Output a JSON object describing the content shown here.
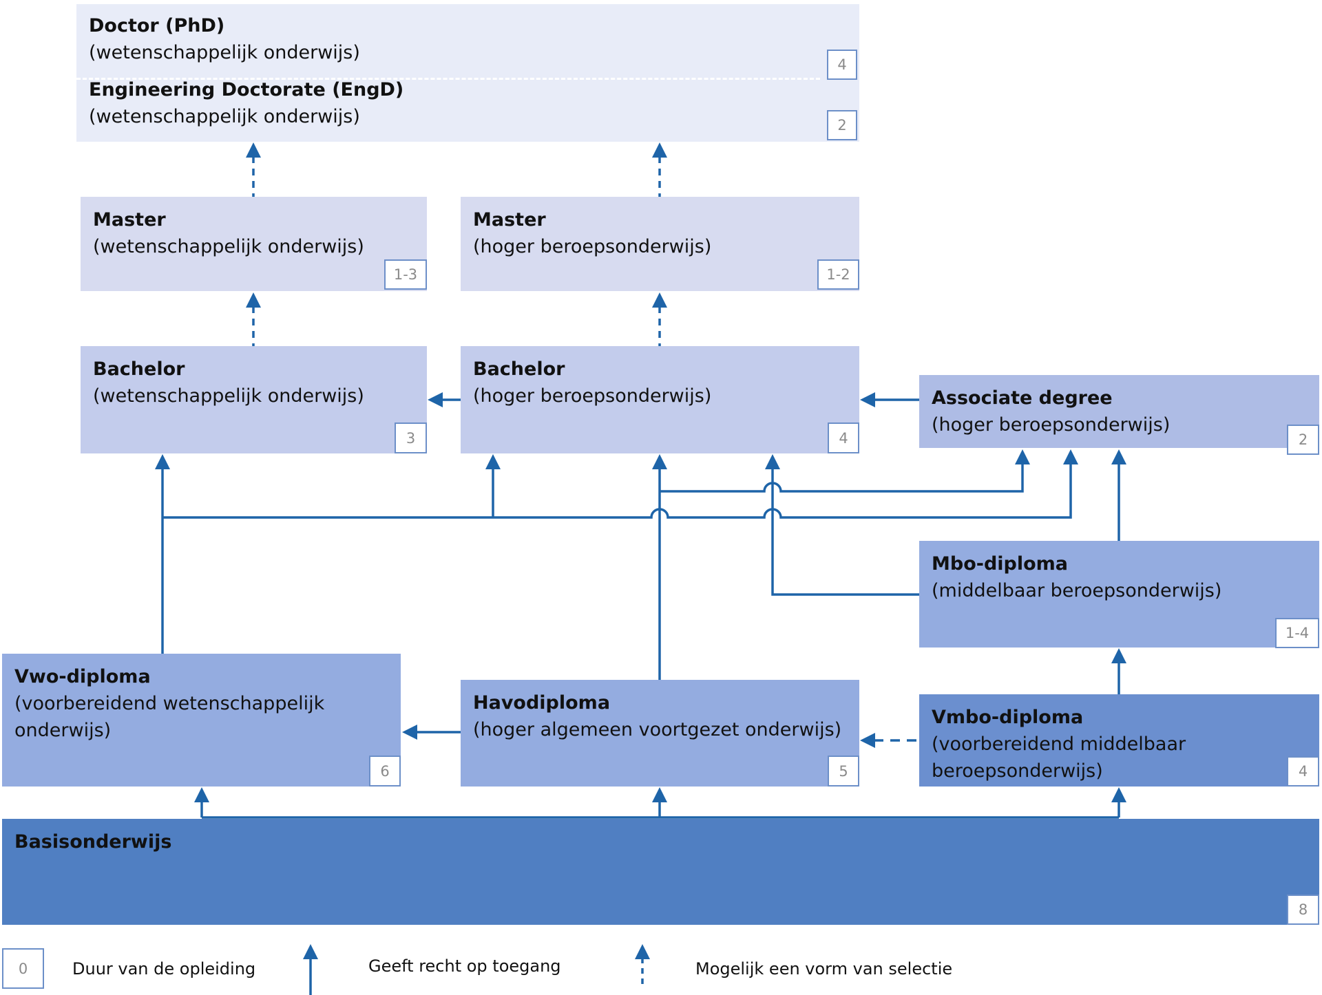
{
  "colors": {
    "arrow": "#1e64a8",
    "level1": "#e8ecf8",
    "level2": "#d7dbf0",
    "level3": "#c3ccec",
    "level4": "#aebce5",
    "level5": "#94ace0",
    "level6": "#6b8fcf",
    "level7": "#507fc2"
  },
  "boxes": {
    "phd": {
      "title": "Doctor (PhD)",
      "subtitle": "(wetenschappelijk onderwijs)",
      "duration": "4"
    },
    "engd": {
      "title": "Engineering Doctorate (EngD)",
      "subtitle": "(wetenschappelijk onderwijs)",
      "duration": "2"
    },
    "master_wo": {
      "title": "Master",
      "subtitle": "(wetenschappelijk onderwijs)",
      "duration": "1-3"
    },
    "master_hbo": {
      "title": "Master",
      "subtitle": "(hoger beroepsonderwijs)",
      "duration": "1-2"
    },
    "bachelor_wo": {
      "title": "Bachelor",
      "subtitle": "(wetenschappelijk onderwijs)",
      "duration": "3"
    },
    "bachelor_hbo": {
      "title": "Bachelor",
      "subtitle": "(hoger beroepsonderwijs)",
      "duration": "4"
    },
    "associate": {
      "title": "Associate degree",
      "subtitle": "(hoger beroepsonderwijs)",
      "duration": "2"
    },
    "mbo": {
      "title": "Mbo-diploma",
      "subtitle": "(middelbaar beroepsonderwijs)",
      "duration": "1-4"
    },
    "vwo": {
      "title": "Vwo-diploma",
      "subtitle_line1": "(voorbereidend wetenschappelijk",
      "subtitle_line2": "onderwijs)",
      "duration": "6"
    },
    "havo": {
      "title": "Havodiploma",
      "subtitle": "(hoger algemeen voortgezet onderwijs)",
      "duration": "5"
    },
    "vmbo": {
      "title": "Vmbo-diploma",
      "subtitle_line1": "(voorbereidend middelbaar",
      "subtitle_line2": "beroepsonderwijs)",
      "duration": "4"
    },
    "basis": {
      "title": "Basisonderwijs",
      "duration": "8"
    }
  },
  "legend": {
    "duration_sample": "0",
    "duration_label": "Duur van de opleiding",
    "access_label": "Geeft recht op toegang",
    "selection_label": "Mogelijk een vorm van selectie"
  }
}
